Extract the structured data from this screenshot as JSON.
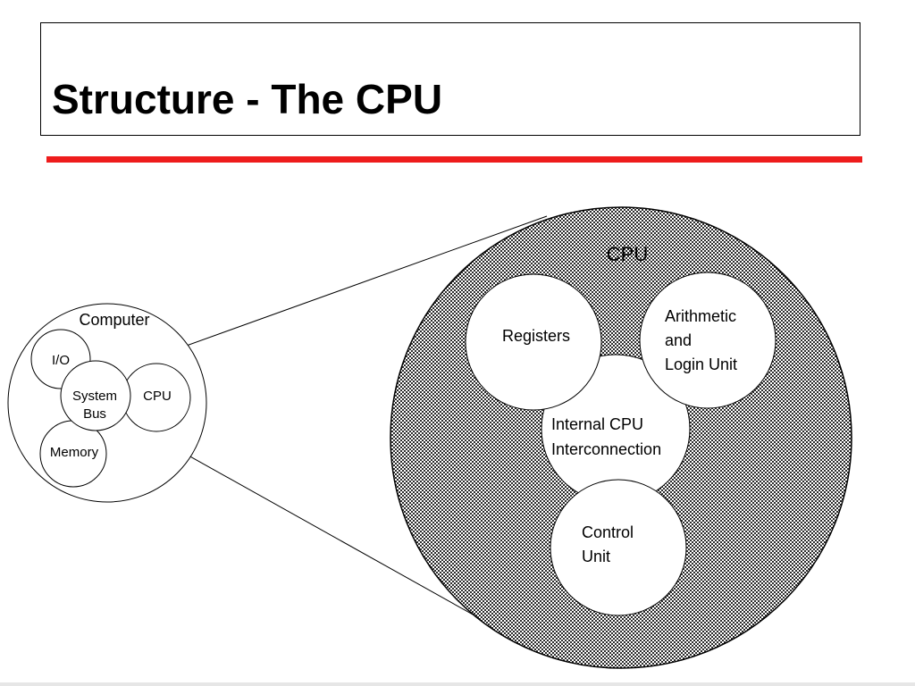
{
  "slide": {
    "title": "Structure - The CPU",
    "accent_color": "#ee1c1c"
  },
  "computer": {
    "label": "Computer",
    "io_label": "I/O",
    "system_bus_line1": "System",
    "system_bus_line2": "Bus",
    "cpu_label": "CPU",
    "memory_label": "Memory"
  },
  "cpu_detail": {
    "label": "CPU",
    "registers_label": "Registers",
    "alu_line1": "Arithmetic",
    "alu_line2": "and",
    "alu_line3": "Login Unit",
    "interconnect_line1": "Internal CPU",
    "interconnect_line2": "Interconnection",
    "control_line1": "Control",
    "control_line2": "Unit"
  }
}
